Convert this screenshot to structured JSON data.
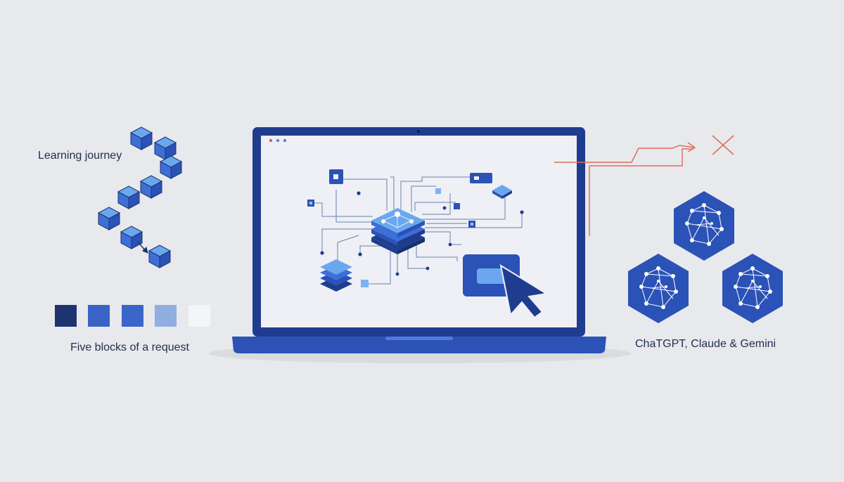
{
  "left_panel": {
    "journey_label": "Learning journey",
    "blocks_label": "Five blocks of a request",
    "swatches": [
      "#1e3470",
      "#3a63c8",
      "#3c65c9",
      "#90aee0",
      "#f4f5f8"
    ]
  },
  "right_panel": {
    "models_label": "ChaTGPT, Claude & Gemini",
    "badge_color": "#2b52b6",
    "line_color": "#e06a5c"
  },
  "laptop": {
    "frame_color": "#1f3c8f",
    "screen_color": "#eef0f5",
    "base_color": "#2c52b8",
    "window_dots": [
      "#e25b4f",
      "#5b86d8",
      "#5b86d8"
    ],
    "cursor_icon": "cursor-arrow-icon",
    "central_icon": "layered-cube-icon"
  },
  "colors": {
    "background": "#e8e9ec",
    "text": "#22304f",
    "accent": "#3d6fd6"
  }
}
